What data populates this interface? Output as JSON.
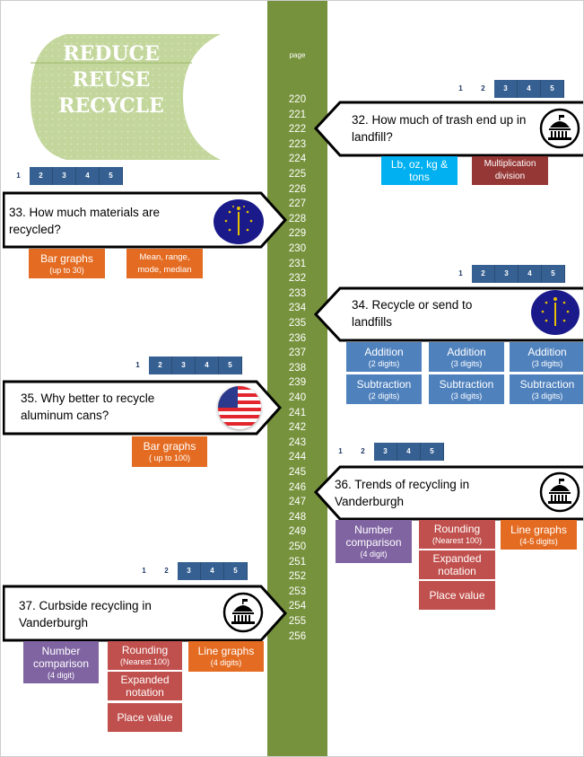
{
  "logo": {
    "lines": [
      "REDUCE",
      "REUSE",
      "RECYCLE"
    ]
  },
  "spine": {
    "header": "page",
    "pages": [
      "220",
      "221",
      "222",
      "223",
      "224",
      "225",
      "226",
      "227",
      "228",
      "229",
      "230",
      "231",
      "232",
      "233",
      "234",
      "235",
      "236",
      "237",
      "238",
      "239",
      "240",
      "241",
      "242",
      "243",
      "244",
      "245",
      "246",
      "247",
      "248",
      "249",
      "250",
      "251",
      "252",
      "253",
      "254",
      "255",
      "256"
    ]
  },
  "levels": [
    "1",
    "2",
    "3",
    "4",
    "5"
  ],
  "lessons": [
    {
      "title": "32. How  much of trash end up in landfill?",
      "icon": "government-building-icon",
      "tags": [
        {
          "label": "Lb, oz, kg & tons",
          "sub": ""
        },
        {
          "label": "Multiplication division",
          "sub": ""
        }
      ]
    },
    {
      "title": "33. How much materials are recycled?",
      "icon": "indiana-flag-icon",
      "tags": [
        {
          "label": "Bar graphs",
          "sub": "(up to 30)"
        },
        {
          "label": "Mean, range, mode, median",
          "sub": ""
        }
      ]
    },
    {
      "title": "34. Recycle or send to landfills",
      "icon": "indiana-flag-icon",
      "tags": [
        {
          "label": "Addition",
          "sub": "(2 digits)"
        },
        {
          "label": "Addition",
          "sub": "(3 digits)"
        },
        {
          "label": "Addition",
          "sub": "(3 digits)"
        },
        {
          "label": "Subtraction",
          "sub": "(2 digits)"
        },
        {
          "label": "Subtraction",
          "sub": "(3 digits)"
        },
        {
          "label": "Subtraction",
          "sub": "(3 digits)"
        }
      ]
    },
    {
      "title": "35. Why better to recycle aluminum cans?",
      "icon": "us-flag-icon",
      "tags": [
        {
          "label": "Bar graphs",
          "sub": "( up to 100)"
        }
      ]
    },
    {
      "title": "36. Trends of recycling in Vanderburgh",
      "icon": "government-building-icon",
      "tags": [
        {
          "label": "Number comparison",
          "sub": "(4 digit)"
        },
        {
          "label": "Rounding",
          "sub": "(Nearest 100)"
        },
        {
          "label": "Expanded notation",
          "sub": ""
        },
        {
          "label": "Place value",
          "sub": ""
        },
        {
          "label": "Line graphs",
          "sub": "(4-5 digits)"
        }
      ]
    },
    {
      "title": "37. Curbside recycling in Vanderburgh",
      "icon": "government-building-icon",
      "tags": [
        {
          "label": "Number comparison",
          "sub": "(4 digit)"
        },
        {
          "label": "Rounding",
          "sub": "(Nearest 100)"
        },
        {
          "label": "Expanded notation",
          "sub": ""
        },
        {
          "label": "Place value",
          "sub": ""
        },
        {
          "label": "Line graphs",
          "sub": "(4 digits)"
        }
      ]
    }
  ],
  "colors": {
    "spine": "#76923c",
    "strip": "#366092",
    "orange": "#e46c22",
    "blue": "#4f81bd",
    "cyan": "#00b0f0",
    "darkred": "#953735",
    "purple": "#8064a2",
    "red": "#c0504d"
  }
}
